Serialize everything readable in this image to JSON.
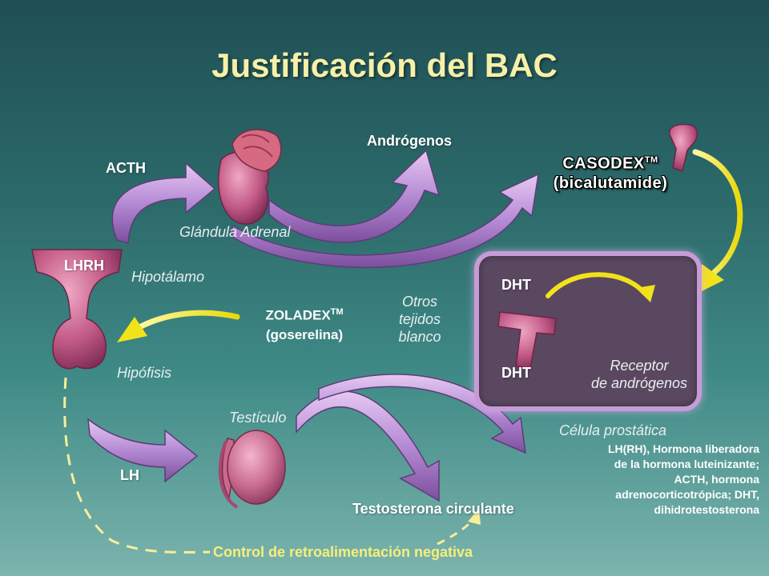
{
  "title": "Justificación del BAC",
  "labels": {
    "acth": "ACTH",
    "androgens": "Andrógenos",
    "adrenal": "Glándula Adrenal",
    "lhrh": "LHRH",
    "hypothalamus": "Hipotálamo",
    "pituitary": "Hipófisis",
    "other_tissues_1": "Otros",
    "other_tissues_2": "tejidos",
    "other_tissues_3": "blanco",
    "testis": "Testículo",
    "lh": "LH",
    "circulating_testosterone": "Testosterona circulante",
    "negative_feedback": "Control de retroalimentación negativa",
    "prostate_cell": "Célula prostática",
    "dht_top": "DHT",
    "dht_bottom": "DHT",
    "receptor_1": "Receptor",
    "receptor_2": "de andrógenos"
  },
  "drugs": {
    "casodex_name": "CASODEX",
    "casodex_tm": "TM",
    "casodex_generic": "(bicalutamide)",
    "zoladex_name": "ZOLADEX",
    "zoladex_tm": "TM",
    "zoladex_generic": "(goserelina)"
  },
  "legend": [
    "LH(RH), Hormona liberadora",
    "de la hormona luteinizante;",
    "ACTH, hormona",
    "adrenocorticotrópica; DHT,",
    "dihidrotestosterona"
  ],
  "colors": {
    "title": "#f6f0a8",
    "arrow_fill": "#b98ad6",
    "yellow_arrow": "#f2e21a",
    "organ": "#c25a86",
    "cell_fill": "#5a4760",
    "feedback_text": "#f6ef7a"
  }
}
